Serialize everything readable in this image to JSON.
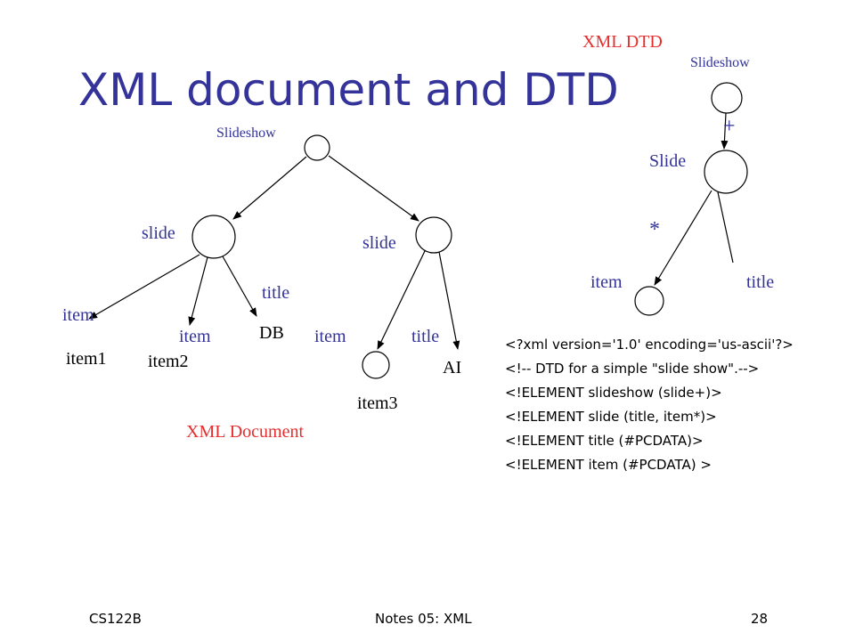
{
  "slide": {
    "title": "XML document and DTD",
    "footer": {
      "left": "CS122B",
      "center": "Notes 05: XML",
      "right": "28"
    }
  },
  "document_tree": {
    "caption": "XML Document",
    "root_label": "Slideshow",
    "left_slide_label": "slide",
    "right_slide_label": "slide",
    "edge_item_1": "item",
    "edge_item_2": "item",
    "edge_title_1": "title",
    "edge_item_3": "item",
    "edge_title_2": "title",
    "leaf_item1": "item1",
    "leaf_item2": "item2",
    "leaf_db": "DB",
    "leaf_item3": "item3",
    "leaf_ai": "AI"
  },
  "dtd_tree": {
    "caption": "XML DTD",
    "root_label": "Slideshow",
    "plus_symbol": "+",
    "slide_label": "Slide",
    "star_symbol": "*",
    "item_label": "item",
    "title_label": "title"
  },
  "dtd_code": [
    "<?xml version='1.0' encoding='us-ascii'?>",
    "<!-- DTD for a simple \"slide show\".-->",
    "<!ELEMENT slideshow (slide+)>",
    "<!ELEMENT slide (title, item*)>",
    "<!ELEMENT title (#PCDATA)>",
    "<!ELEMENT item (#PCDATA) >"
  ]
}
